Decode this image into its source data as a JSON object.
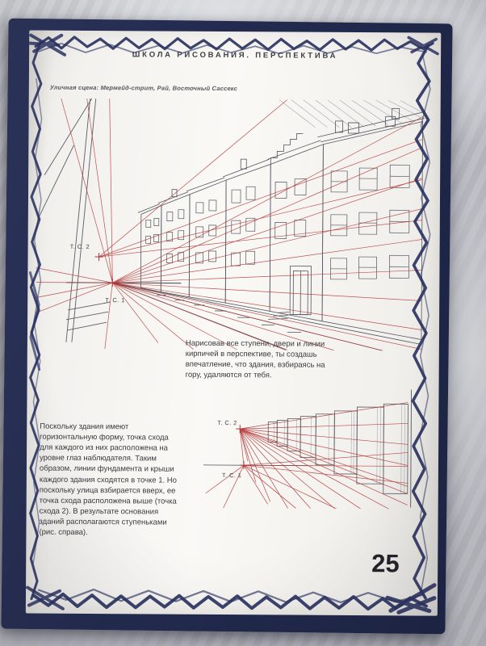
{
  "book": {
    "header": "ШКОЛА РИСОВАНИЯ. ПЕРСПЕКТИВА",
    "caption": "Уличная сцена: Мермейд-стрит, Рай, Восточный Сассекс",
    "main_paragraph": "Нарисовав все ступени, двери и линии кирпичей в перспективе, ты создашь впечатление, что здания, взбираясь на гору, удаляются от тебя.",
    "side_paragraph": "Поскольку здания имеют горизонтальную форму, точка схода для каждого из них расположена на уровне глаз наблюдателя. Таким образом, линии фундамента и крыши каждого здания сходятся в точке 1. Но поскольку улица взбирается вверх, ее точка схода расположена выше (точка схода 2). В результате основания зданий располагаются ступеньками (рис. справа).",
    "page_number": "25",
    "labels": {
      "vp2": "Т. С. 2",
      "vp1": "Т. С. 1"
    },
    "colors": {
      "perspective_red": "#b23434",
      "ink_navy": "#2b3361",
      "cover_navy": "#232b50",
      "page_bg": "#f7f5f2"
    }
  }
}
